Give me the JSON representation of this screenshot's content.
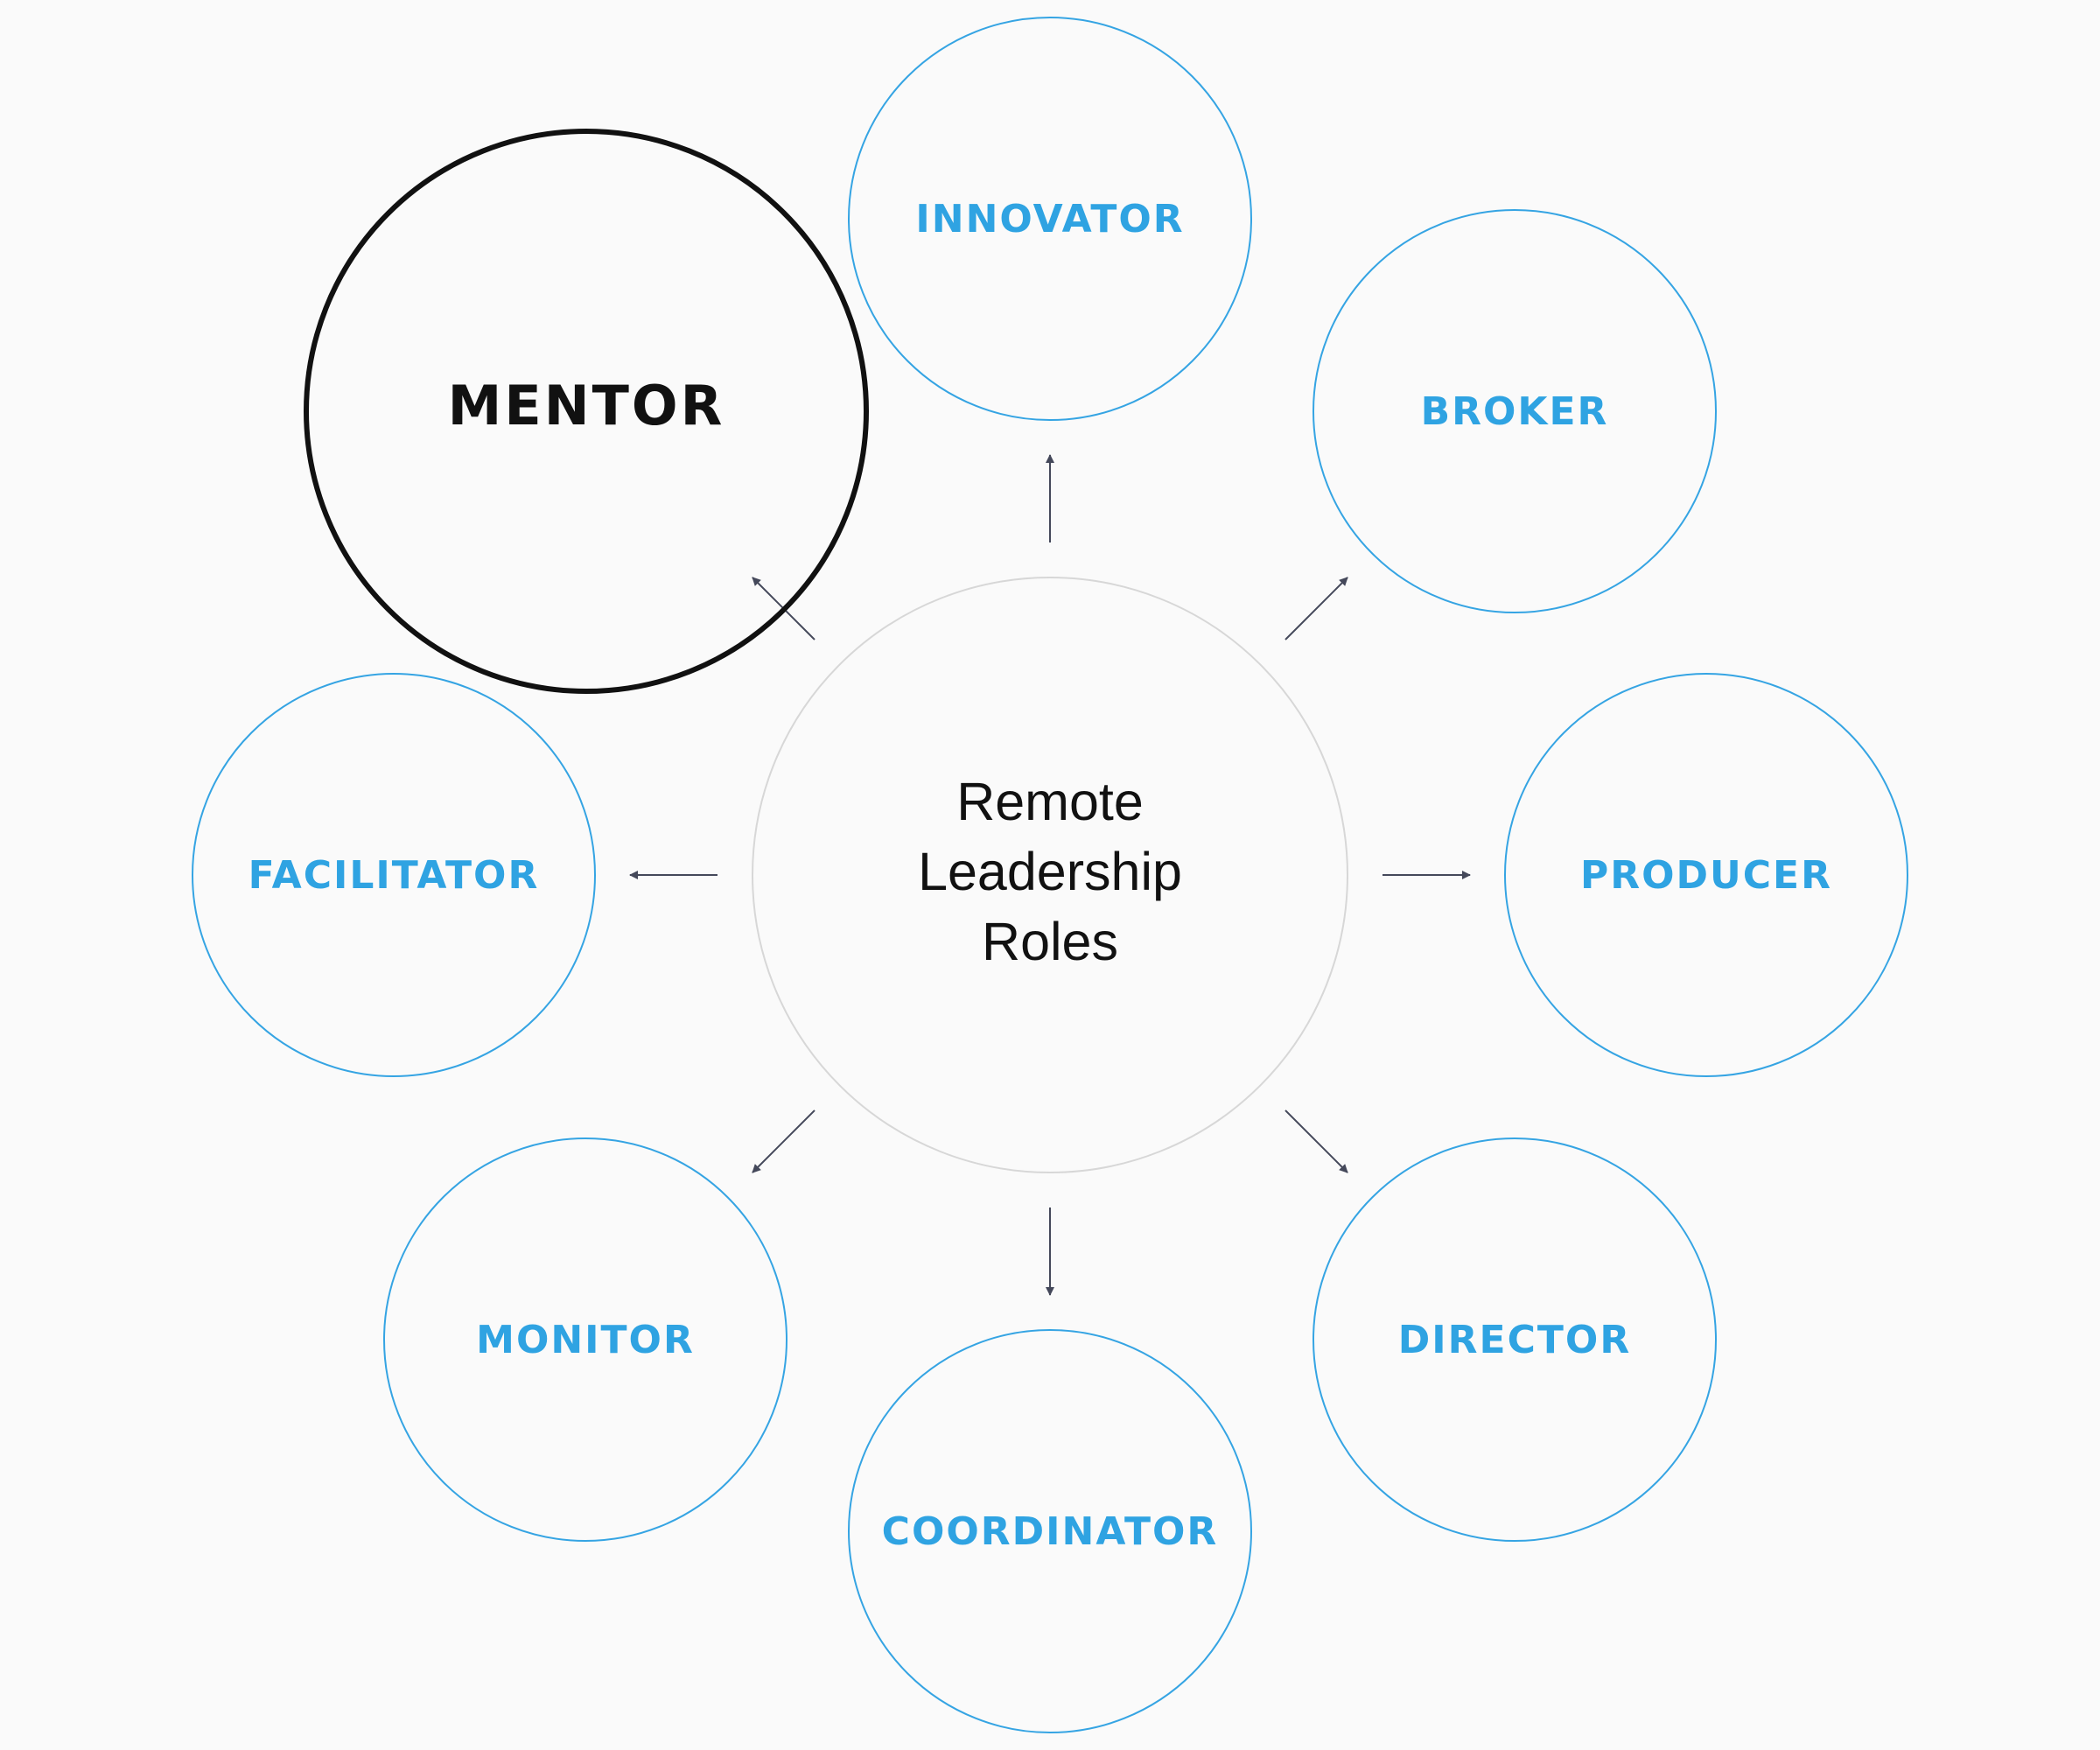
{
  "diagram": {
    "center": {
      "lines": [
        "Remote",
        "Leadership",
        "Roles"
      ]
    },
    "highlighted_role": "MENTOR",
    "roles": [
      {
        "id": "innovator",
        "label": "INNOVATOR"
      },
      {
        "id": "broker",
        "label": "BROKER"
      },
      {
        "id": "producer",
        "label": "PRODUCER"
      },
      {
        "id": "director",
        "label": "DIRECTOR"
      },
      {
        "id": "coordinator",
        "label": "COORDINATOR"
      },
      {
        "id": "monitor",
        "label": "MONITOR"
      },
      {
        "id": "facilitator",
        "label": "FACILITATOR"
      },
      {
        "id": "mentor",
        "label": "MENTOR"
      }
    ],
    "colors": {
      "background": "#fafafa",
      "role_stroke": "#35a4e3",
      "role_text": "#2fa3e2",
      "highlight": "#111111",
      "center_stroke": "#d7d7d7",
      "arrow": "#44485a"
    }
  }
}
